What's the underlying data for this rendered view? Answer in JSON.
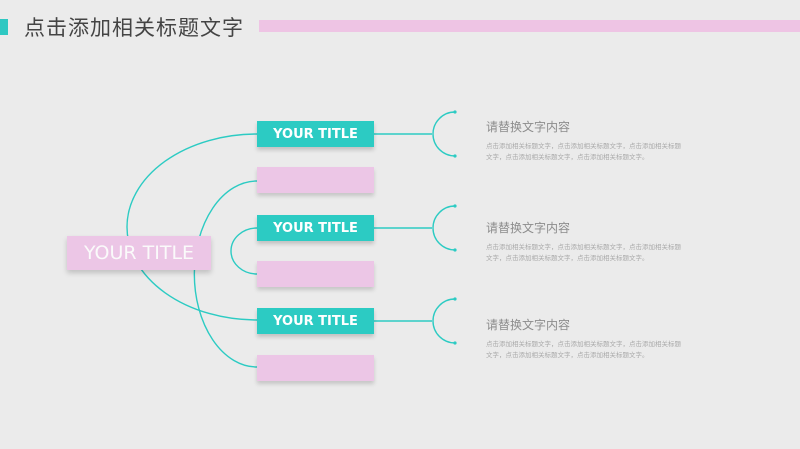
{
  "header": {
    "title": "点击添加相关标题文字"
  },
  "diagram": {
    "main_title": "YOUR TITLE",
    "branches": [
      {
        "label": "YOUR TITLE",
        "content_title": "请替换文字内容",
        "content_body": "点击添加相关标题文字，点击添加相关标题文字，点击添加相关标题文字，点击添加相关标题文字，点击添加相关标题文字。"
      },
      {
        "label": "YOUR TITLE",
        "content_title": "请替换文字内容",
        "content_body": "点击添加相关标题文字，点击添加相关标题文字，点击添加相关标题文字，点击添加相关标题文字，点击添加相关标题文字。"
      },
      {
        "label": "YOUR TITLE",
        "content_title": "请替换文字内容",
        "content_body": "点击添加相关标题文字，点击添加相关标题文字，点击添加相关标题文字，点击添加相关标题文字，点击添加相关标题文字。"
      }
    ]
  },
  "colors": {
    "accent_teal": "#2ccbc3",
    "accent_pink": "#ecc6e6",
    "background": "#ebebeb"
  }
}
